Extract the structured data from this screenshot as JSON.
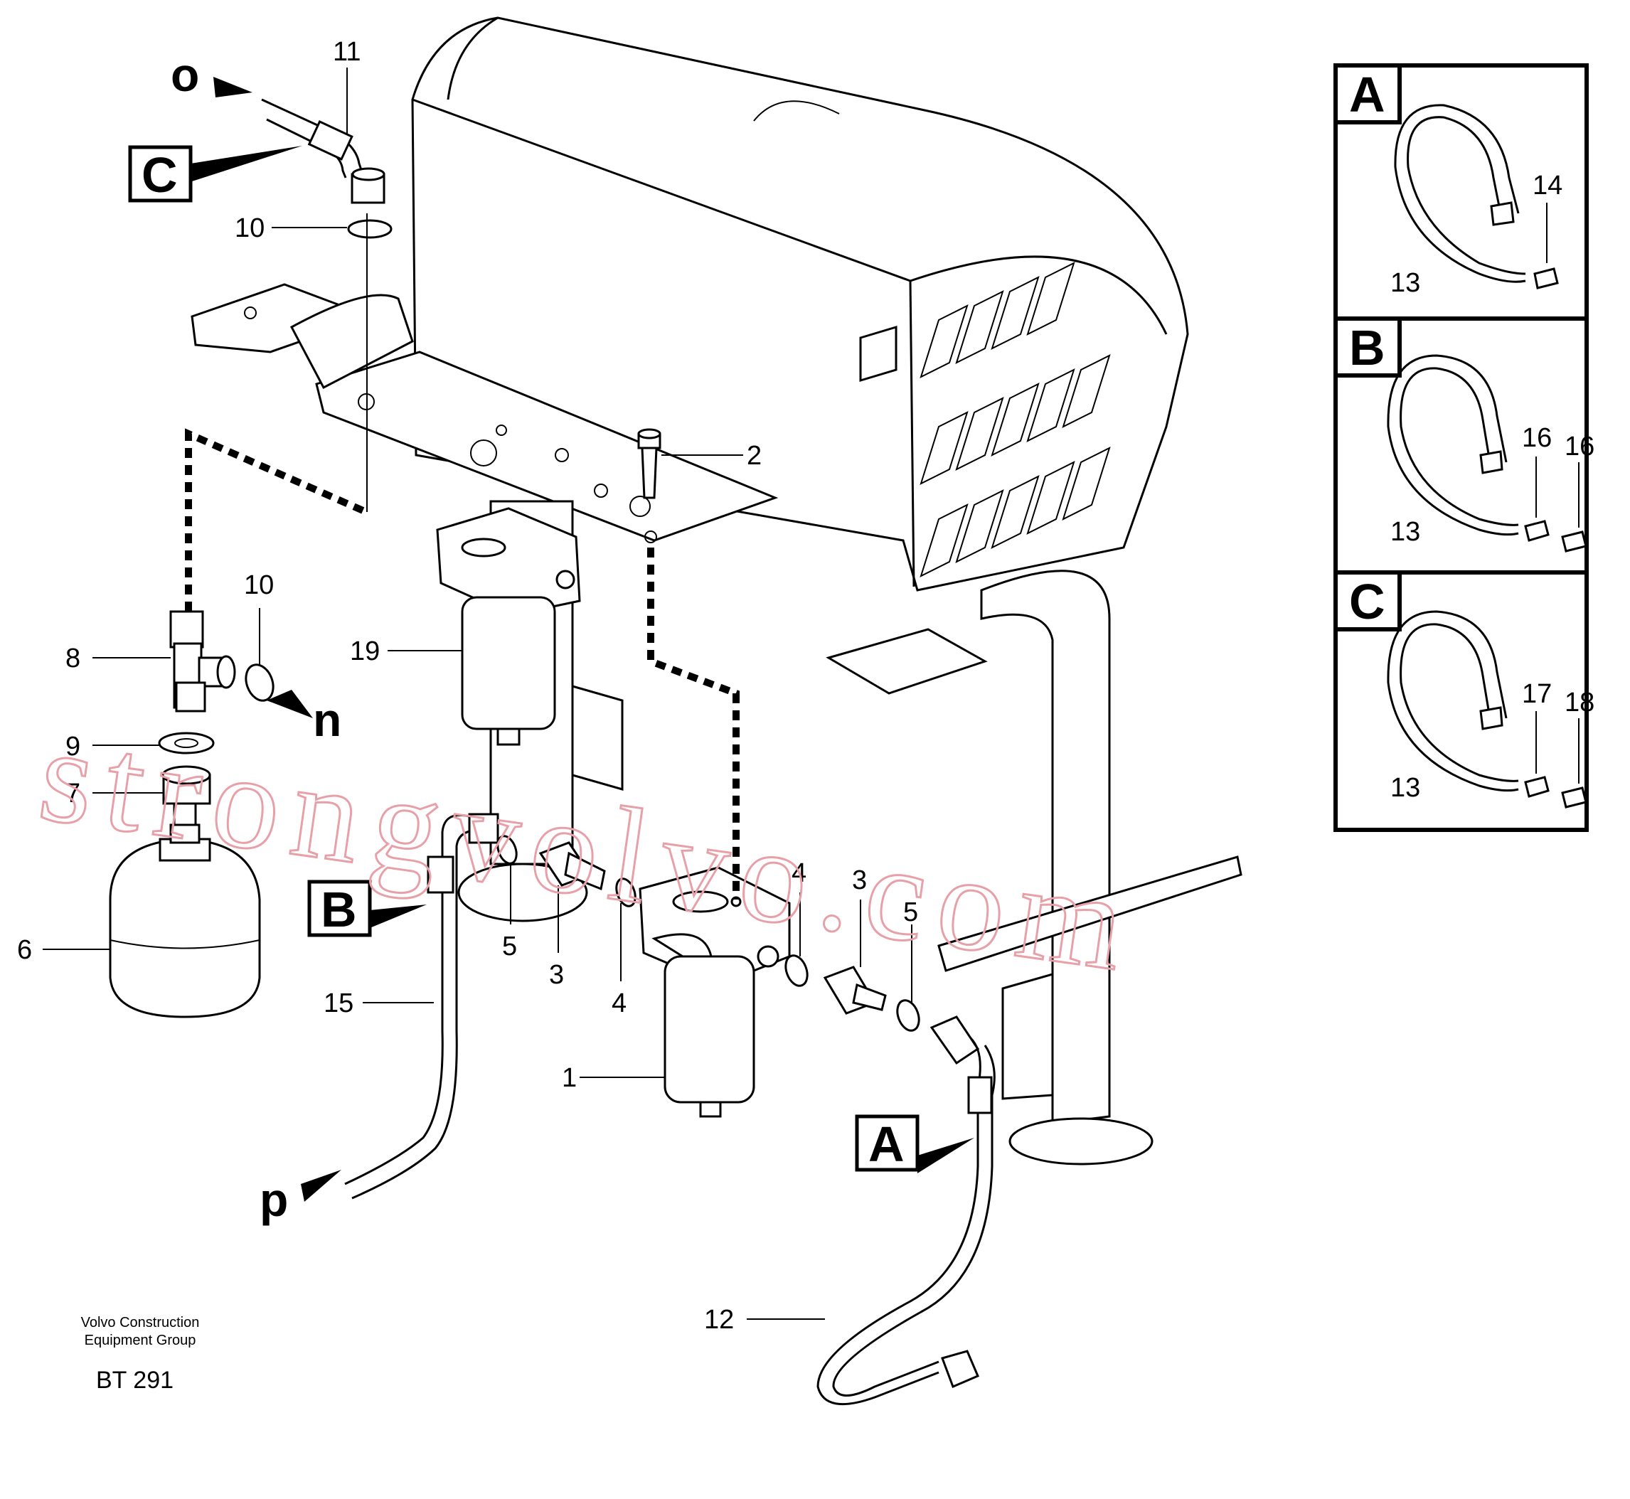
{
  "callouts": {
    "c11": "11",
    "c10a": "10",
    "c2": "2",
    "c10b": "10",
    "c8": "8",
    "c19": "19",
    "c9": "9",
    "c7": "7",
    "c6": "6",
    "c5a": "5",
    "c3a": "3",
    "c4a": "4",
    "c4b": "4",
    "c3b": "3",
    "c5b": "5",
    "c15": "15",
    "c1": "1",
    "c12": "12"
  },
  "connection_letters": {
    "o": "o",
    "n": "n",
    "p": "p"
  },
  "detail_refs": {
    "C": "C",
    "B": "B",
    "A": "A"
  },
  "inset_panels": [
    {
      "letter": "A",
      "labels": [
        "13",
        "14"
      ]
    },
    {
      "letter": "B",
      "labels": [
        "13",
        "16",
        "16"
      ]
    },
    {
      "letter": "C",
      "labels": [
        "13",
        "17",
        "18"
      ]
    }
  ],
  "footer": {
    "company_line1": "Volvo Construction",
    "company_line2": "Equipment Group",
    "code": "BT 291"
  },
  "watermark": "strongvolvo.com"
}
